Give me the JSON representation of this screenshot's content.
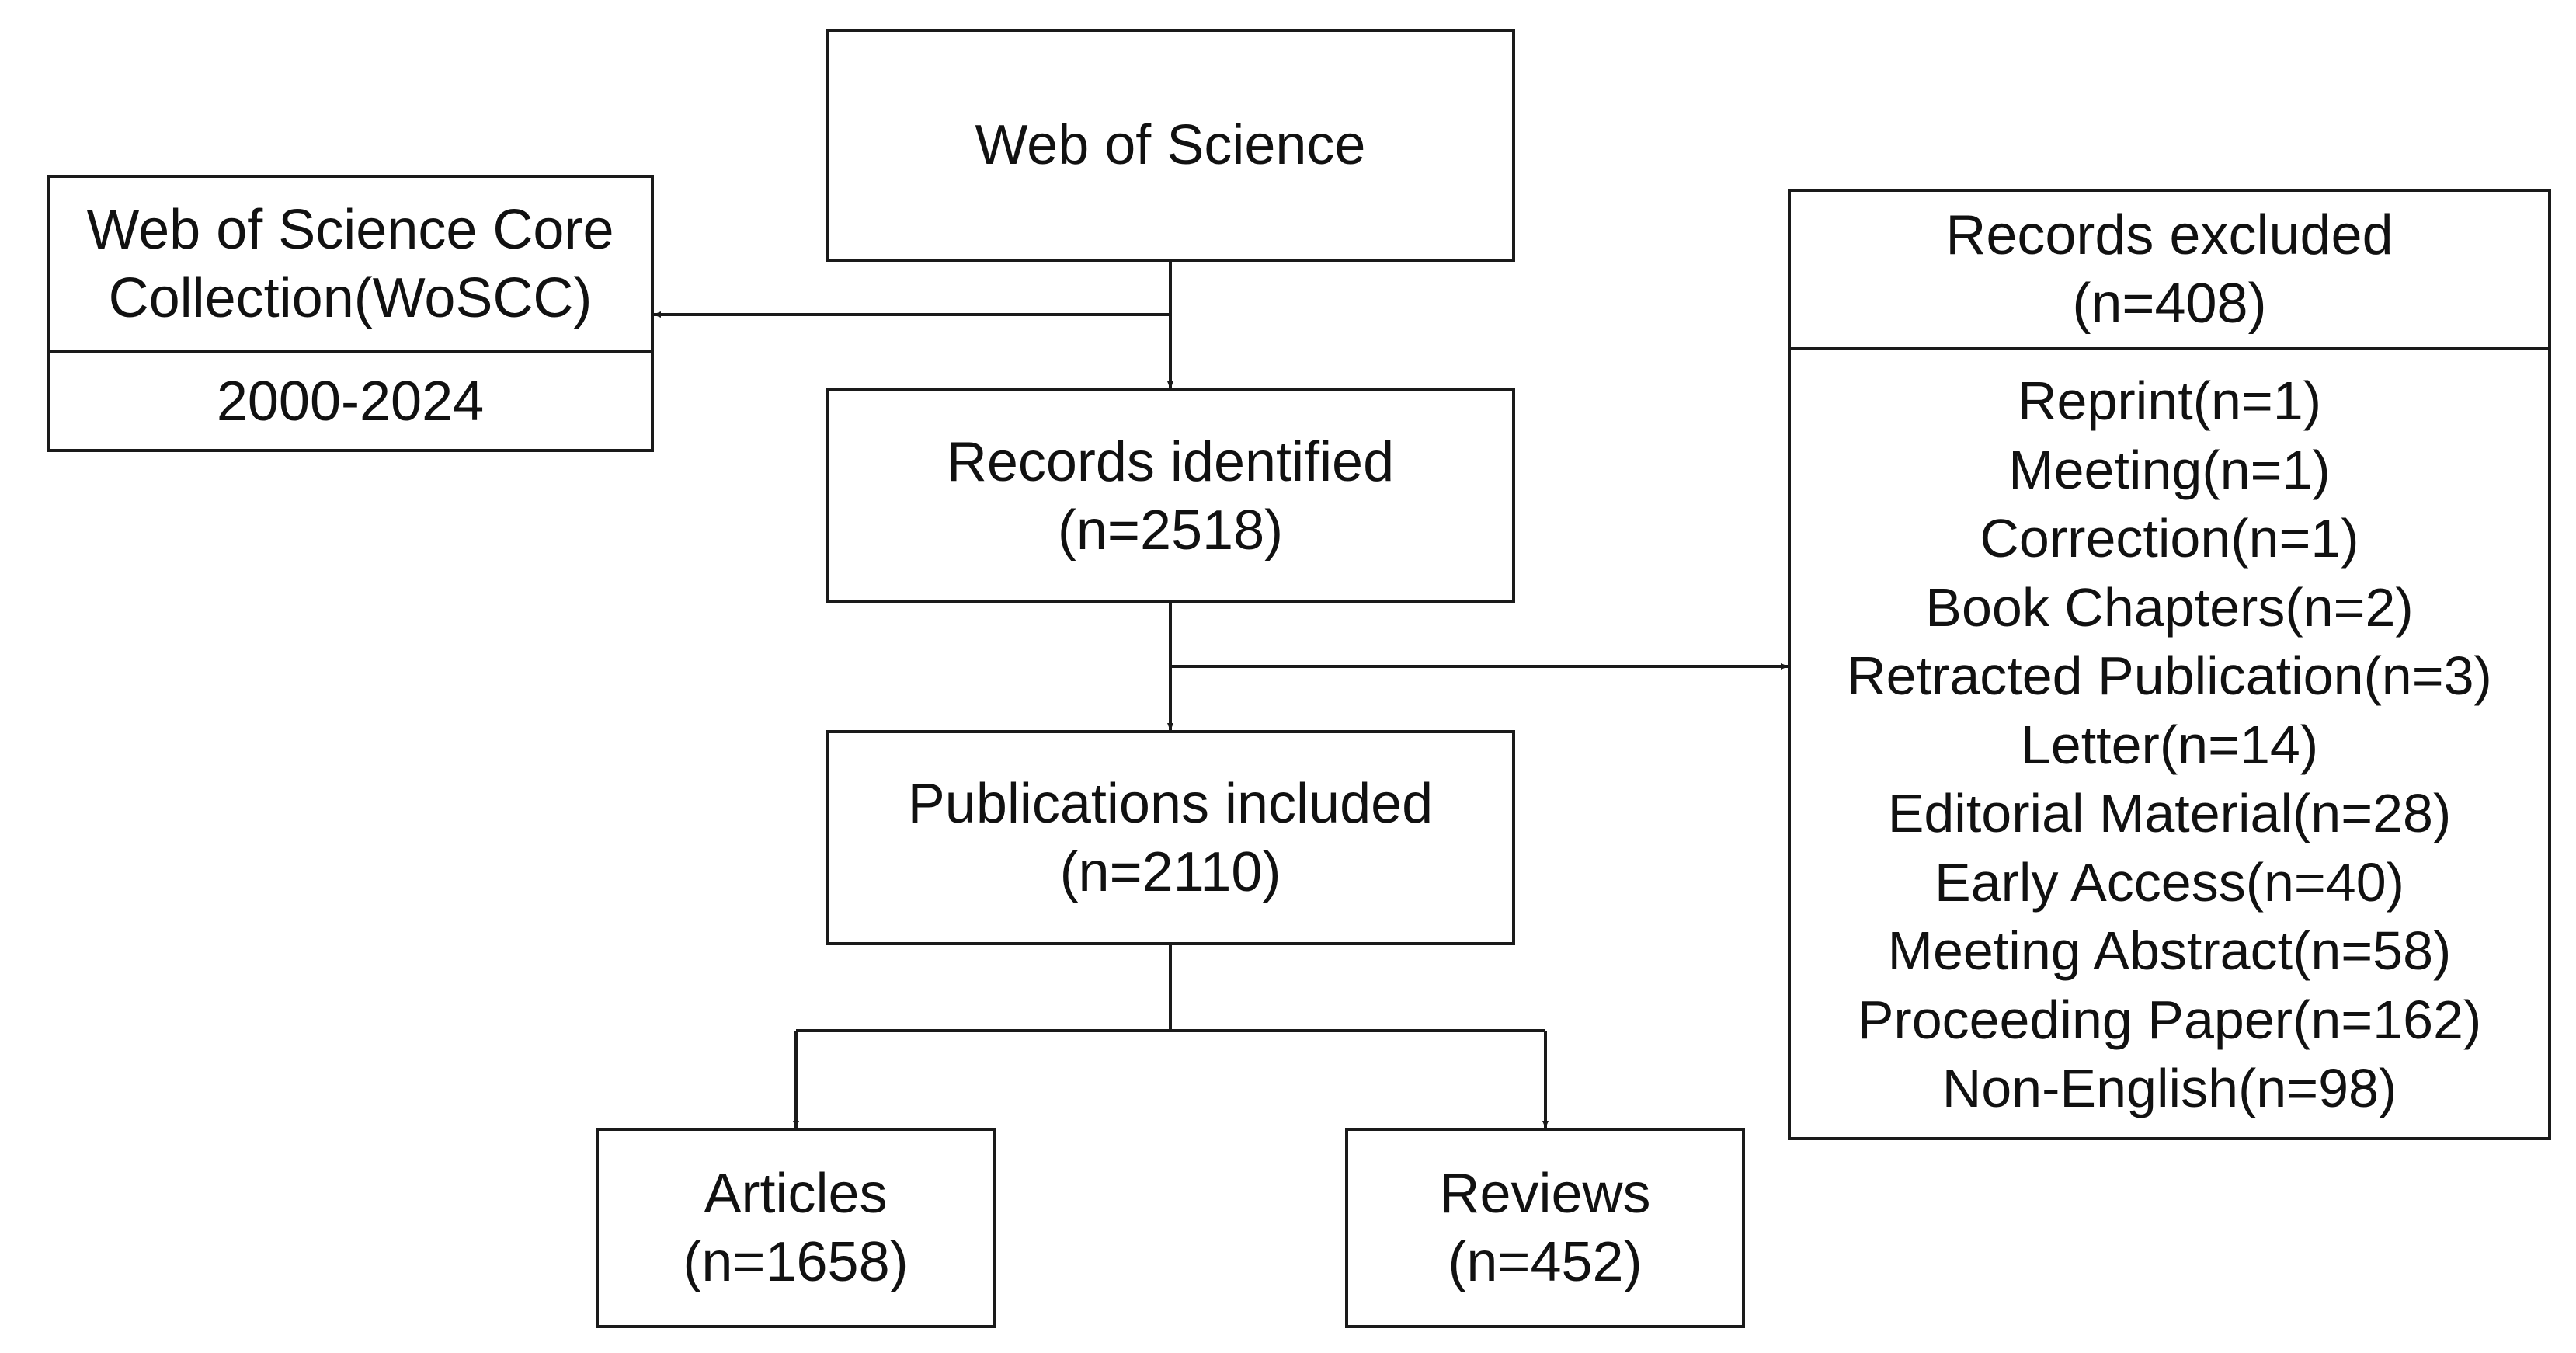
{
  "nodes": {
    "source": {
      "label": "Web of Science"
    },
    "core": {
      "title_line1": "Web of Science Core",
      "title_line2": "Collection(WoSCC)",
      "period": "2000-2024"
    },
    "identified": {
      "line1": "Records identified",
      "line2": "(n=2518)"
    },
    "included": {
      "line1": "Publications included",
      "line2": "(n=2110)"
    },
    "articles": {
      "line1": "Articles",
      "line2": "(n=1658)"
    },
    "reviews": {
      "line1": "Reviews",
      "line2": "(n=452)"
    },
    "excluded": {
      "line1": "Records excluded",
      "line2": "(n=408)",
      "items": [
        "Reprint(n=1)",
        "Meeting(n=1)",
        "Correction(n=1)",
        "Book Chapters(n=2)",
        "Retracted Publication(n=3)",
        "Letter(n=14)",
        "Editorial Material(n=28)",
        "Early Access(n=40)",
        "Meeting Abstract(n=58)",
        "Proceeding Paper(n=162)",
        "Non-English(n=98)"
      ]
    }
  },
  "colors": {
    "stroke": "#1a1a1a",
    "background": "#ffffff",
    "text": "#111111"
  }
}
